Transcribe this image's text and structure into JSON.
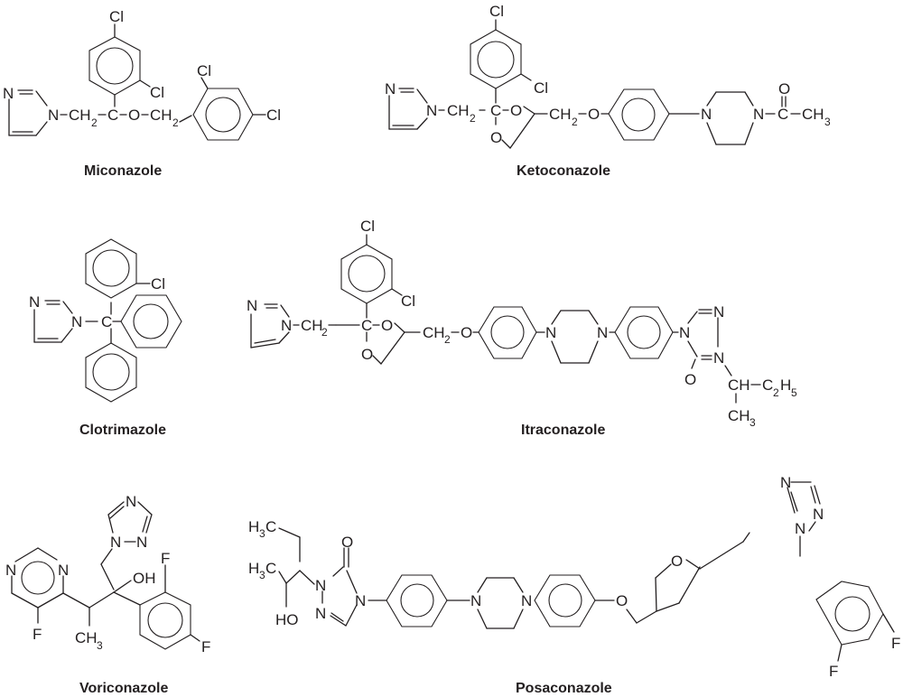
{
  "figure": {
    "molecules": [
      {
        "id": "miconazole",
        "name": "Miconazole",
        "labels": {
          "cl_top": "Cl",
          "cl_mid": "Cl",
          "cl_r1": "Cl",
          "cl_r2": "Cl",
          "n_imid": "N",
          "n1": "N",
          "ch2a": "CH",
          "ch2b": "CH",
          "c": "C",
          "o": "O",
          "sub2": "2"
        }
      },
      {
        "id": "ketoconazole",
        "name": "Ketoconazole",
        "labels": {
          "cl_top": "Cl",
          "cl_mid": "Cl",
          "n_imid": "N",
          "n1": "N",
          "ch2a": "CH",
          "c": "C",
          "o1": "O",
          "o2": "O",
          "ch2b": "CH",
          "o3": "O",
          "n_pip1": "N",
          "n_pip2": "N",
          "c_acyl": "C",
          "o_acyl": "O",
          "ch3": "CH",
          "sub2": "2",
          "sub3": "3"
        }
      },
      {
        "id": "clotrimazole",
        "name": "Clotrimazole",
        "labels": {
          "cl": "Cl",
          "n_imid": "N",
          "n1": "N",
          "c": "C"
        }
      },
      {
        "id": "itraconazole",
        "name": "Itraconazole",
        "labels": {
          "cl_top": "Cl",
          "cl_mid": "Cl",
          "n_imid": "N",
          "n1": "N",
          "ch2a": "CH",
          "c": "C",
          "o1": "O",
          "o2": "O",
          "ch2b": "CH",
          "o3": "O",
          "n_pip1": "N",
          "n_pip2": "N",
          "n_tri1": "N",
          "n_tri2": "N",
          "n_tri3": "N",
          "o_keto": "O",
          "ch": "CH",
          "c2h5": "C",
          "h5": "H",
          "ch3": "CH",
          "sub2": "2",
          "sub3": "3",
          "sub5": "5"
        }
      },
      {
        "id": "voriconazole",
        "name": "Voriconazole",
        "labels": {
          "n_tri_top": "N",
          "n_tri1": "N",
          "n_tri2": "N",
          "n_pyr1": "N",
          "n_pyr2": "N",
          "f_pyr": "F",
          "oh": "OH",
          "ch3": "CH",
          "f1": "F",
          "f2": "F",
          "sub3": "3"
        }
      },
      {
        "id": "posaconazole",
        "name": "Posaconazole",
        "labels": {
          "h3c1": "H",
          "h3c2": "H",
          "c": "C",
          "ho": "HO",
          "n1": "N",
          "n2": "N",
          "n3": "N",
          "o_keto": "O",
          "n_pip1": "N",
          "n_pip2": "N",
          "o_ether": "O",
          "o_thf": "O",
          "n_tri_top": "N",
          "n_tri2": "N",
          "n_tri1": "N",
          "f1": "F",
          "f2": "F",
          "sub3": "3"
        }
      }
    ]
  }
}
